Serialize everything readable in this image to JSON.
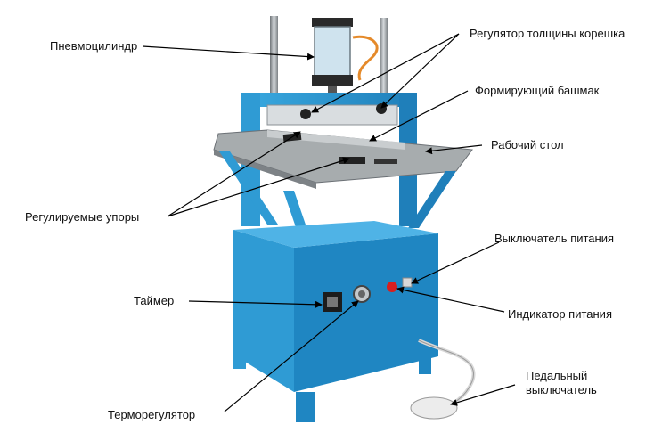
{
  "labels": {
    "pneumocylinder": "Пневмоцилиндр",
    "spine_thickness_regulator": "Регулятор толщины корешка",
    "forming_shoe": "Формирующий башмак",
    "work_table": "Рабочий стол",
    "adjustable_stops": "Регулируемые упоры",
    "power_switch": "Выключатель питания",
    "timer": "Таймер",
    "power_indicator": "Индикатор питания",
    "pedal_switch_line1": "Педальный",
    "pedal_switch_line2": "выключатель",
    "thermoregulator": "Терморегулятор"
  },
  "colors": {
    "machine_body": "#2f9bd4",
    "machine_shadow": "#1d74a8",
    "steel": "#9aa0a4",
    "indicator": "#d81e1e",
    "arrow": "#000000"
  }
}
